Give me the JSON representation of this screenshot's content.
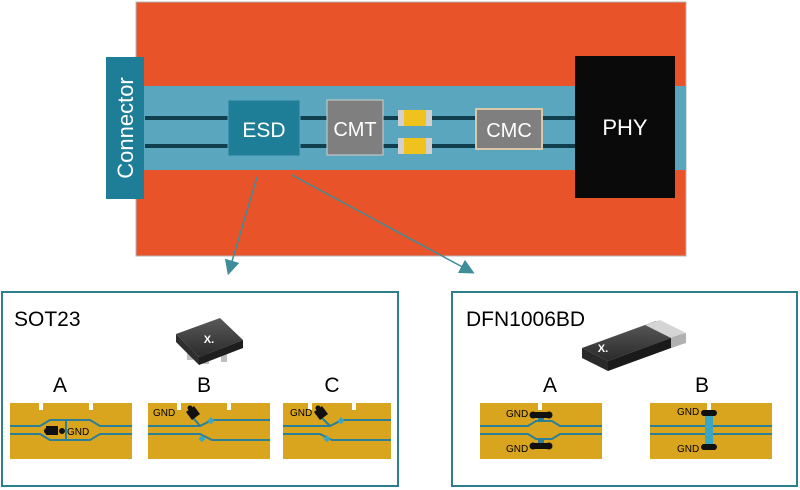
{
  "board": {
    "connector_label": "Connector",
    "esd_label": "ESD",
    "cmt_label": "CMT",
    "cmc_label": "CMC",
    "phy_label": "PHY"
  },
  "sot23": {
    "title": "SOT23",
    "variants": [
      {
        "letter": "A",
        "gnd_label": "GND"
      },
      {
        "letter": "B",
        "gnd_label": "GND"
      },
      {
        "letter": "C",
        "gnd_label": "GND"
      }
    ]
  },
  "dfn": {
    "title": "DFN1006BD",
    "variants": [
      {
        "letter": "A",
        "gnd_top": "GND",
        "gnd_bottom": "GND"
      },
      {
        "letter": "B",
        "gnd_top": "GND",
        "gnd_bottom": "GND"
      }
    ]
  },
  "colors": {
    "board": "#e8532a",
    "channel": "#5aa6be",
    "esd": "#1f7e97",
    "teal_line": "#3d8d9a",
    "chip_grey": "#7f7f7f",
    "pcb_gold": "#d9a51e",
    "phy": "#0a0a0a"
  }
}
